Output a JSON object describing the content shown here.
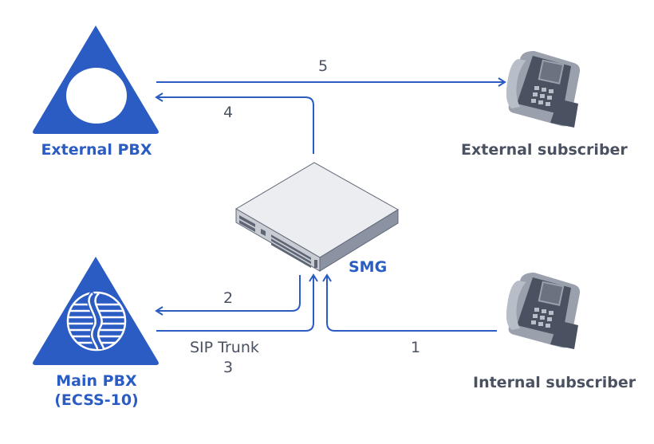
{
  "colors": {
    "accent": "#2a5cc4",
    "text": "#4a5161",
    "device_top": "#ebedf0",
    "device_side": "#8b93a3"
  },
  "nodes": {
    "external_pbx": {
      "label": "External PBX",
      "icon": "pbx-triangle-icon"
    },
    "main_pbx": {
      "label_line1": "Main PBX",
      "label_line2": "(ECSS-10)",
      "icon": "ecss-pbx-triangle-icon"
    },
    "smg": {
      "label": "SMG",
      "icon": "gateway-device-icon"
    },
    "external_subscriber": {
      "label": "External subscriber",
      "icon": "desk-phone-icon"
    },
    "internal_subscriber": {
      "label": "Internal subscriber",
      "icon": "desk-phone-icon"
    }
  },
  "links": {
    "sip_trunk_label": "SIP Trunk"
  },
  "steps": [
    {
      "n": "1",
      "from": "Internal subscriber",
      "to": "SMG"
    },
    {
      "n": "2",
      "from": "SMG",
      "to": "Main PBX (ECSS-10)"
    },
    {
      "n": "3",
      "from": "Main PBX (ECSS-10)",
      "to": "SMG"
    },
    {
      "n": "4",
      "from": "SMG",
      "to": "External PBX"
    },
    {
      "n": "5",
      "from": "External PBX",
      "to": "External subscriber"
    }
  ]
}
